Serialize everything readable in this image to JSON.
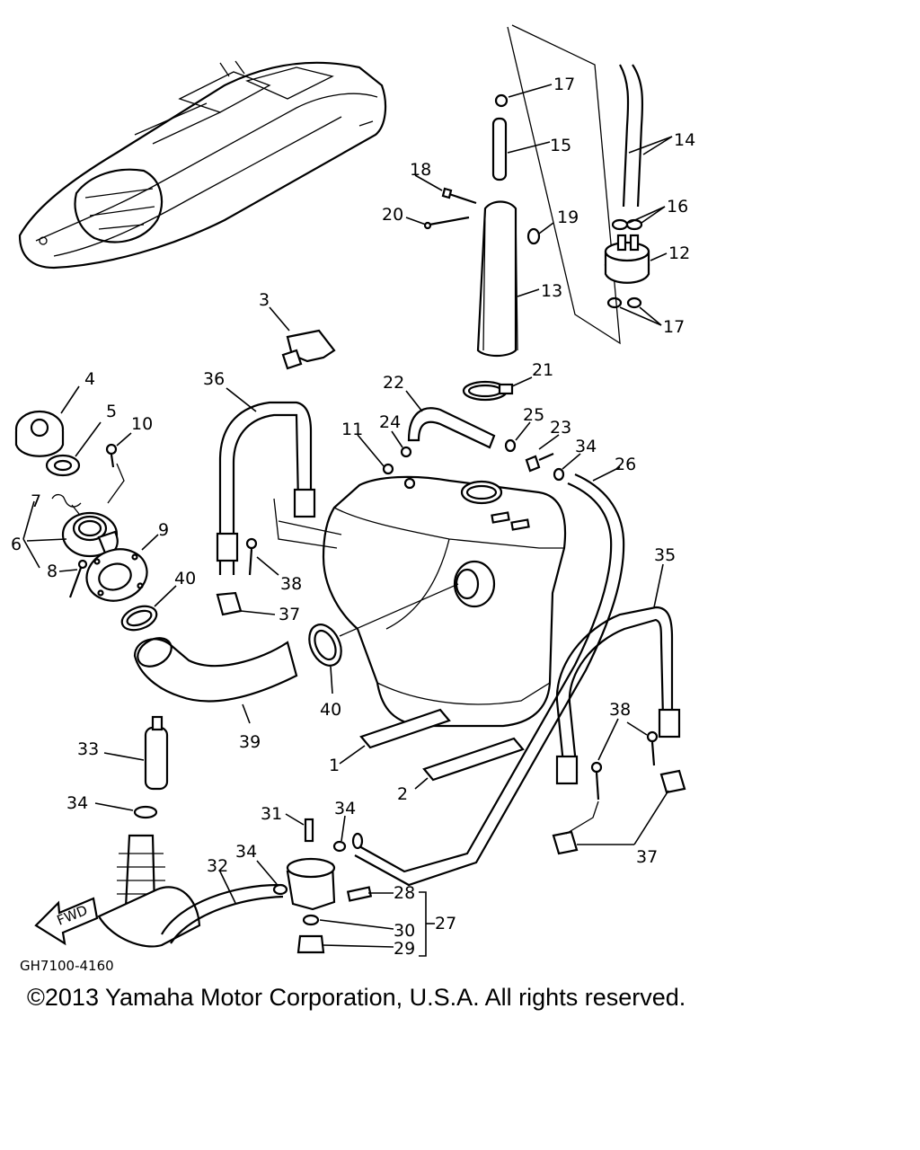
{
  "diagram": {
    "code": "GH7100-4160",
    "fwd_label": "FWD",
    "labels": {
      "p1": "1",
      "p2": "2",
      "p3": "3",
      "p4": "4",
      "p5": "5",
      "p6": "6",
      "p7": "7",
      "p8": "8",
      "p9": "9",
      "p10": "10",
      "p11": "11",
      "p12": "12",
      "p13": "13",
      "p14": "14",
      "p15": "15",
      "p16": "16",
      "p17a": "17",
      "p17b": "17",
      "p18": "18",
      "p19": "19",
      "p20": "20",
      "p21": "21",
      "p22": "22",
      "p23": "23",
      "p24": "24",
      "p25": "25",
      "p26": "26",
      "p27": "27",
      "p28": "28",
      "p29": "29",
      "p30": "30",
      "p31": "31",
      "p32": "32",
      "p33": "33",
      "p34a": "34",
      "p34b": "34",
      "p34c": "34",
      "p34d": "34",
      "p35": "35",
      "p36": "36",
      "p37a": "37",
      "p37b": "37",
      "p38a": "38",
      "p38b": "38",
      "p39": "39",
      "p40a": "40",
      "p40b": "40"
    }
  },
  "footer": {
    "copyright": "©2013 Yamaha Motor Corporation, U.S.A. All rights reserved."
  }
}
